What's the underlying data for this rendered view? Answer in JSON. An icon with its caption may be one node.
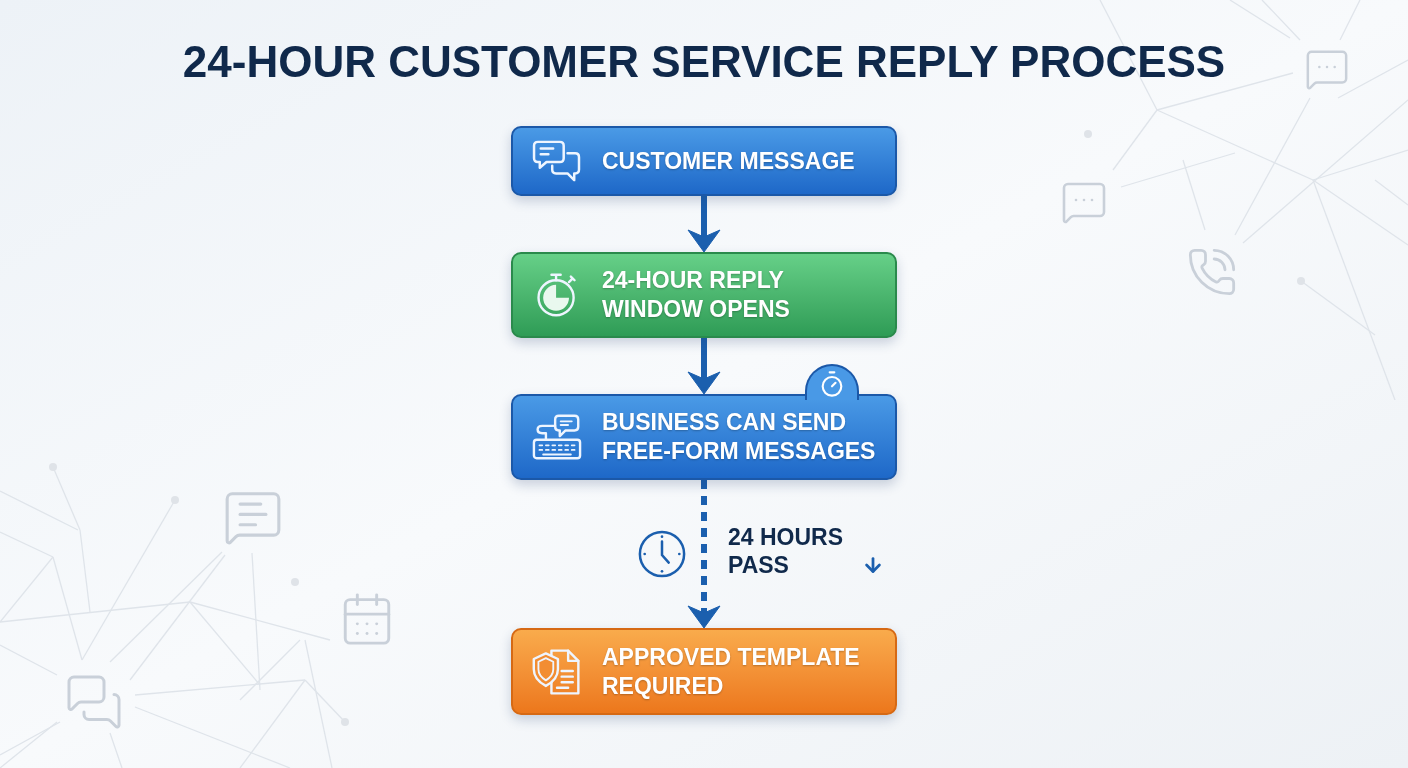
{
  "diagram": {
    "title": "24-HOUR CUSTOMER SERVICE REPLY PROCESS",
    "nodes": [
      {
        "text": [
          "CUSTOMER MESSAGE"
        ]
      },
      {
        "text": [
          "24-HOUR REPLY WINDOW OPENS"
        ]
      },
      {
        "text": [
          "BUSINESS CAN SEND FREE-FORM MESSAGES"
        ]
      },
      {
        "text": [
          "APPROVED TEMPLATE REQUIRED"
        ]
      }
    ],
    "edges": [
      {
        "from": 0,
        "to": 1,
        "arrow": "to"
      },
      {
        "from": 1,
        "to": 2,
        "arrow": "to"
      },
      {
        "from": 2,
        "to": 3,
        "arrow": "to",
        "label": "24 HOURS PASS",
        "style": "dashed"
      }
    ]
  }
}
